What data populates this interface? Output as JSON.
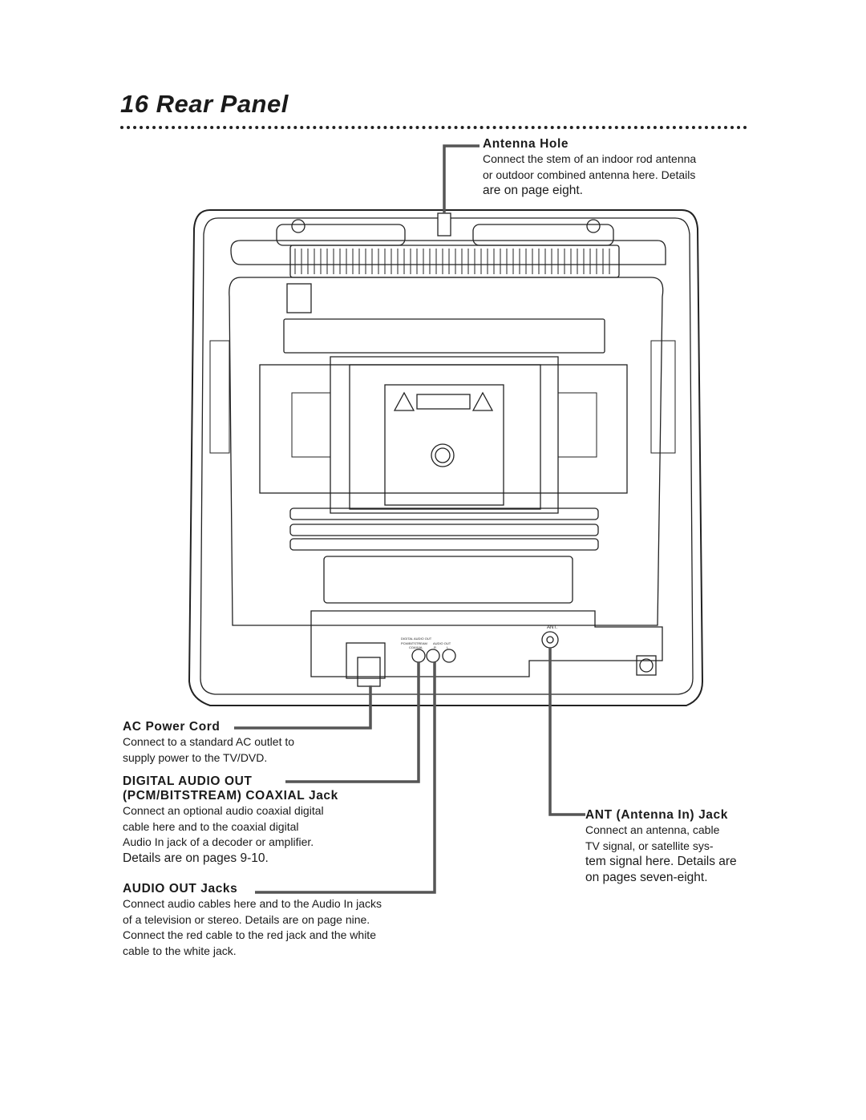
{
  "page": {
    "title": "16 Rear Panel"
  },
  "callouts": {
    "antenna_hole": {
      "heading": "Antenna Hole",
      "lines": [
        "Connect the stem of an indoor rod antenna",
        "or outdoor combined antenna here. Details",
        "are on page eight."
      ]
    },
    "ac_power_cord": {
      "heading": "AC Power Cord",
      "lines": [
        "Connect to a standard AC outlet to",
        "supply power to the TV/DVD."
      ]
    },
    "digital_audio_out": {
      "heading_line1": "DIGITAL AUDIO OUT",
      "heading_line2": "(PCM/BITSTREAM) COAXIAL Jack",
      "lines": [
        "Connect an optional audio coaxial digital",
        "cable here and to the coaxial digital",
        "Audio In jack of a decoder or amplifier.",
        "Details are on pages 9-10."
      ]
    },
    "audio_out": {
      "heading": "AUDIO OUT Jacks",
      "lines": [
        "Connect audio cables here and to the Audio In jacks",
        "of a television or stereo. Details are on page nine.",
        "Connect the red cable to the red jack and the white",
        "cable to the white jack."
      ]
    },
    "ant_jack": {
      "heading": "ANT (Antenna In) Jack",
      "lines": [
        "Connect an antenna, cable",
        "TV signal, or satellite sys-",
        "tem signal here. Details are",
        "on pages seven-eight."
      ]
    }
  },
  "panel_labels": {
    "ant": "ANT.",
    "digital_audio_out": "DIGITAL AUDIO OUT",
    "pcm_bitstream": "PCM/BITSTREAM",
    "coaxial": "COAXIAL",
    "audio_out": "AUDIO OUT",
    "r": "R",
    "l": "L"
  }
}
